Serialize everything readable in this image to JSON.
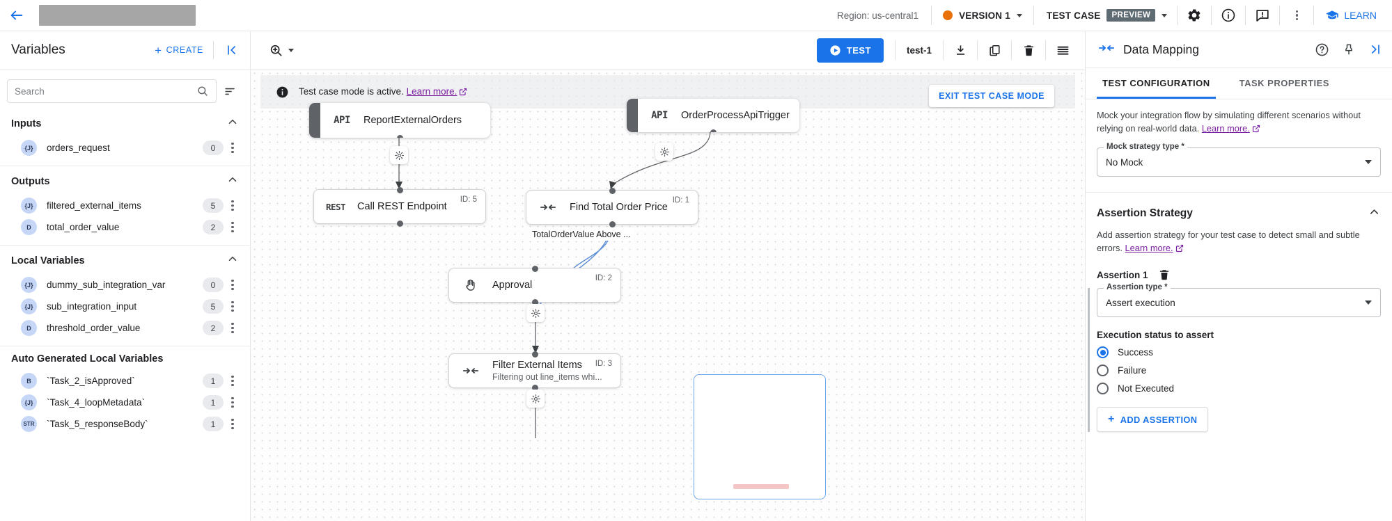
{
  "topbar": {
    "back_icon": "arrow-left-icon",
    "title_redacted": "",
    "region": "Region: us-central1",
    "version": "VERSION 1",
    "test_case_label": "TEST CASE",
    "preview_badge": "PREVIEW",
    "icons": [
      "gear-icon",
      "info-icon",
      "feedback-icon",
      "more-vert-icon"
    ],
    "learn": "LEARN"
  },
  "sidebar": {
    "title": "Variables",
    "create_label": "CREATE",
    "collapse_icon": "collapse-left-icon",
    "search": {
      "placeholder": "Search",
      "value": ""
    },
    "sections": [
      {
        "title": "Inputs",
        "items": [
          {
            "type": "{J}",
            "name": "orders_request",
            "count": "0"
          }
        ]
      },
      {
        "title": "Outputs",
        "items": [
          {
            "type": "{J}",
            "name": "filtered_external_items",
            "count": "5"
          },
          {
            "type": "D",
            "name": "total_order_value",
            "count": "2"
          }
        ]
      },
      {
        "title": "Local Variables",
        "items": [
          {
            "type": "{J}",
            "name": "dummy_sub_integration_var",
            "count": "0"
          },
          {
            "type": "{J}",
            "name": "sub_integration_input",
            "count": "5"
          },
          {
            "type": "D",
            "name": "threshold_order_value",
            "count": "2"
          }
        ]
      },
      {
        "title": "Auto Generated Local Variables",
        "items": [
          {
            "type": "B",
            "name": "`Task_2_isApproved`",
            "count": "1"
          },
          {
            "type": "{J}",
            "name": "`Task_4_loopMetadata`",
            "count": "1"
          },
          {
            "type": "STR",
            "name": "`Task_5_responseBody`",
            "count": "1"
          }
        ]
      }
    ]
  },
  "canvas_toolbar": {
    "zoom_icon": "zoom-in-icon",
    "test_button": "TEST",
    "test_case_name": "test-1",
    "icons": [
      "download-icon",
      "copy-icon",
      "delete-icon",
      "menu-list-icon"
    ]
  },
  "canvas": {
    "banner": {
      "icon": "info-icon",
      "text": "Test case mode is active.",
      "link": "Learn more.",
      "exit_button": "EXIT TEST CASE MODE"
    },
    "nodes": [
      {
        "id": "",
        "icon": "API",
        "title": "ReportExternalOrders",
        "subtitle": "",
        "kind": "trigger"
      },
      {
        "id": "",
        "icon": "API",
        "title": "OrderProcessApiTrigger",
        "subtitle": "",
        "kind": "trigger"
      },
      {
        "id": "ID: 5",
        "icon": "REST",
        "title": "Call REST Endpoint",
        "subtitle": "",
        "kind": "task"
      },
      {
        "id": "ID: 1",
        "icon": "mapping-icon",
        "title": "Find Total Order Price",
        "subtitle": "",
        "kind": "task"
      },
      {
        "id": "ID: 2",
        "icon": "hand-icon",
        "title": "Approval",
        "subtitle": "",
        "kind": "task"
      },
      {
        "id": "ID: 3",
        "icon": "mapping-icon",
        "title": "Filter External Items",
        "subtitle": "Filtering out line_items whi...",
        "kind": "task"
      }
    ],
    "edge_label": "TotalOrderValue Above ..."
  },
  "right_panel": {
    "icon": "mapping-icon",
    "title": "Data Mapping",
    "head_icons": [
      "help-icon",
      "pin-icon",
      "collapse-right-icon"
    ],
    "tabs": [
      {
        "label": "TEST CONFIGURATION",
        "active": true
      },
      {
        "label": "TASK PROPERTIES",
        "active": false
      }
    ],
    "mock": {
      "description": "Mock your integration flow by simulating different scenarios without relying on real-world data.",
      "link": "Learn more.",
      "field_label": "Mock strategy type *",
      "field_value": "No Mock"
    },
    "assertion": {
      "section_title": "Assertion Strategy",
      "description": "Add assertion strategy for your test case to detect small and subtle errors.",
      "link": "Learn more.",
      "item_label": "Assertion 1",
      "delete_icon": "trash-icon",
      "type_label": "Assertion type *",
      "type_value": "Assert execution",
      "status_label": "Execution status to assert",
      "options": [
        {
          "label": "Success",
          "selected": true
        },
        {
          "label": "Failure",
          "selected": false
        },
        {
          "label": "Not Executed",
          "selected": false
        }
      ],
      "add_button": "ADD ASSERTION"
    }
  },
  "colors": {
    "accent": "#1a73e8",
    "version_dot": "#e8710a",
    "link": "#7b1fa2",
    "preview_badge_bg": "#5f6b72"
  }
}
